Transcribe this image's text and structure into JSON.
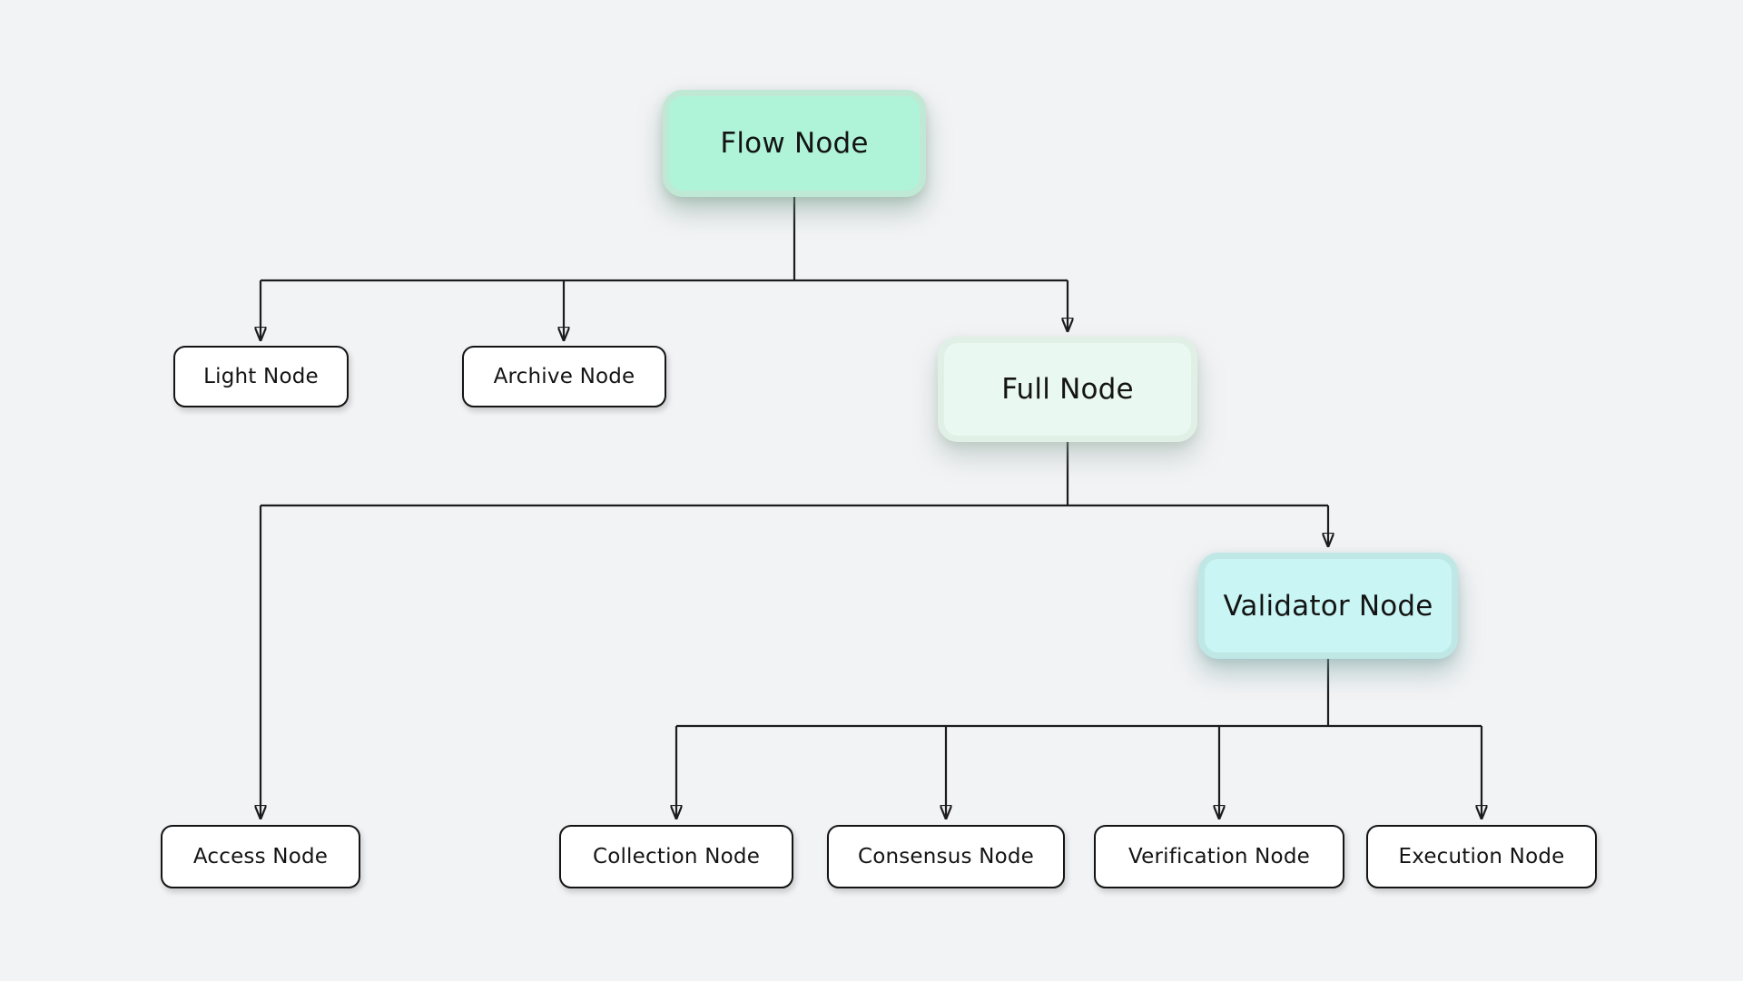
{
  "colors": {
    "background": "#f2f3f5",
    "connector": "#1c1c1c",
    "text": "#141414",
    "flow_fill": "#aff3d8",
    "full_fill": "#e9f8f0",
    "validator_fill": "#c9f6f4",
    "leaf_fill": "#ffffff",
    "leaf_border": "#141414"
  },
  "nodes": {
    "flow": {
      "label": "Flow Node"
    },
    "light": {
      "label": "Light Node"
    },
    "archive": {
      "label": "Archive Node"
    },
    "full": {
      "label": "Full Node"
    },
    "validator": {
      "label": "Validator Node"
    },
    "access": {
      "label": "Access Node"
    },
    "collection": {
      "label": "Collection Node"
    },
    "consensus": {
      "label": "Consensus Node"
    },
    "verification": {
      "label": "Verification Node"
    },
    "execution": {
      "label": "Execution Node"
    }
  },
  "edges": [
    {
      "from": "Flow Node",
      "to": "Light Node"
    },
    {
      "from": "Flow Node",
      "to": "Archive Node"
    },
    {
      "from": "Flow Node",
      "to": "Full Node"
    },
    {
      "from": "Full Node",
      "to": "Access Node"
    },
    {
      "from": "Full Node",
      "to": "Validator Node"
    },
    {
      "from": "Validator Node",
      "to": "Collection Node"
    },
    {
      "from": "Validator Node",
      "to": "Consensus Node"
    },
    {
      "from": "Validator Node",
      "to": "Verification Node"
    },
    {
      "from": "Validator Node",
      "to": "Execution Node"
    }
  ]
}
